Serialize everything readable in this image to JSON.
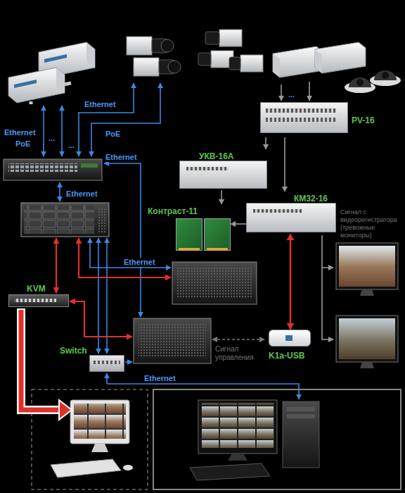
{
  "diagram": {
    "nodes": [
      {
        "text": [
          "PV-16"
        ]
      },
      {
        "text": [
          "УКВ-16А"
        ]
      },
      {
        "text": [
          "КМ32-16"
        ]
      },
      {
        "text": [
          "Контраст-11"
        ]
      },
      {
        "text": [
          "KVM"
        ]
      },
      {
        "text": [
          "K1a-USB"
        ]
      },
      {
        "text": [
          "Switch"
        ]
      }
    ],
    "edges": [
      {
        "from": 0,
        "to": 1,
        "arrow": "to"
      },
      {
        "from": 0,
        "to": 2,
        "arrow": "to"
      },
      {
        "from": 1,
        "to": 3,
        "arrow": "to"
      },
      {
        "from": 2,
        "to": 3,
        "arrow": "to"
      },
      {
        "from": 2,
        "to": 5,
        "arrow": "both"
      }
    ],
    "labels": [
      "Ethernet",
      "PoE",
      "Ethernet",
      "PoE",
      "...",
      "...",
      "...",
      "Ethernet",
      "Ethernet",
      "Ethernet",
      "Сигнал управления",
      "Ethernet",
      "Сигнал с видеорегистратора (тревожные мониторы)"
    ]
  }
}
